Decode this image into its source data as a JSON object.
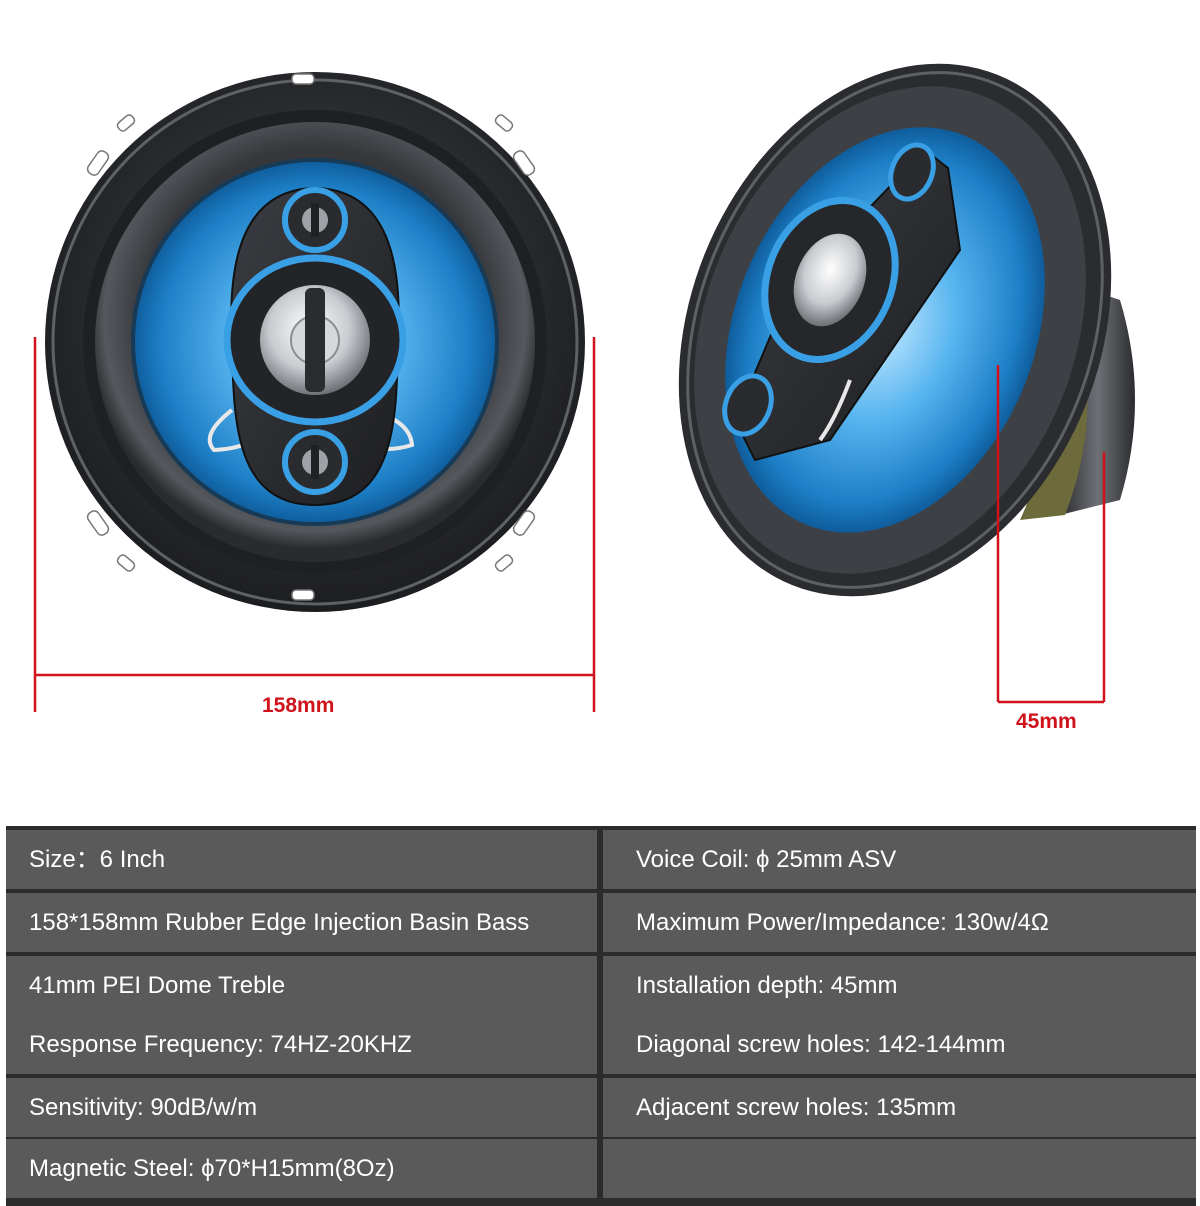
{
  "dimensions": {
    "width_label": "158mm",
    "depth_label": "45mm",
    "line_color": "#d0121b"
  },
  "colors": {
    "cone_blue": "#2e9be0",
    "frame_dark": "#2a2c30",
    "table_cell": "#5a5a5a",
    "table_border": "#2c2c2c"
  },
  "specs": {
    "rows": [
      {
        "left": "Size：6 Inch",
        "right": "Voice Coil: ϕ 25mm ASV"
      },
      {
        "left": "158*158mm Rubber Edge Injection Basin Bass",
        "right": "Maximum Power/Impedance: 130w/4Ω"
      },
      {
        "left": "41mm PEI Dome Treble",
        "right": "Installation depth: 45mm"
      },
      {
        "left": "Response Frequency: 74HZ-20KHZ",
        "right": "Diagonal screw holes: 142-144mm"
      },
      {
        "left": "Sensitivity: 90dB/w/m",
        "right": "Adjacent screw holes: 135mm"
      },
      {
        "left": "Magnetic Steel: ϕ70*H15mm(8Oz)",
        "right": ""
      }
    ]
  }
}
